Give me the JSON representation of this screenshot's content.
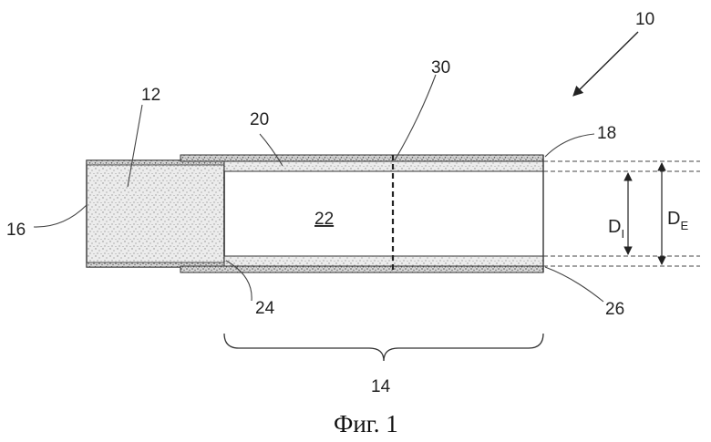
{
  "figure": {
    "refs": {
      "device": "10",
      "plug": "12",
      "tube_section": "14",
      "plug_end": "16",
      "tube_wall": "18",
      "lining": "20",
      "cavity": "22",
      "joint_end": "24",
      "distal_end": "26",
      "section_line": "30"
    },
    "dims": {
      "inner_main": "D",
      "inner_sub": "I",
      "outer_main": "D",
      "outer_sub": "E"
    },
    "caption": "Фиг. 1"
  }
}
